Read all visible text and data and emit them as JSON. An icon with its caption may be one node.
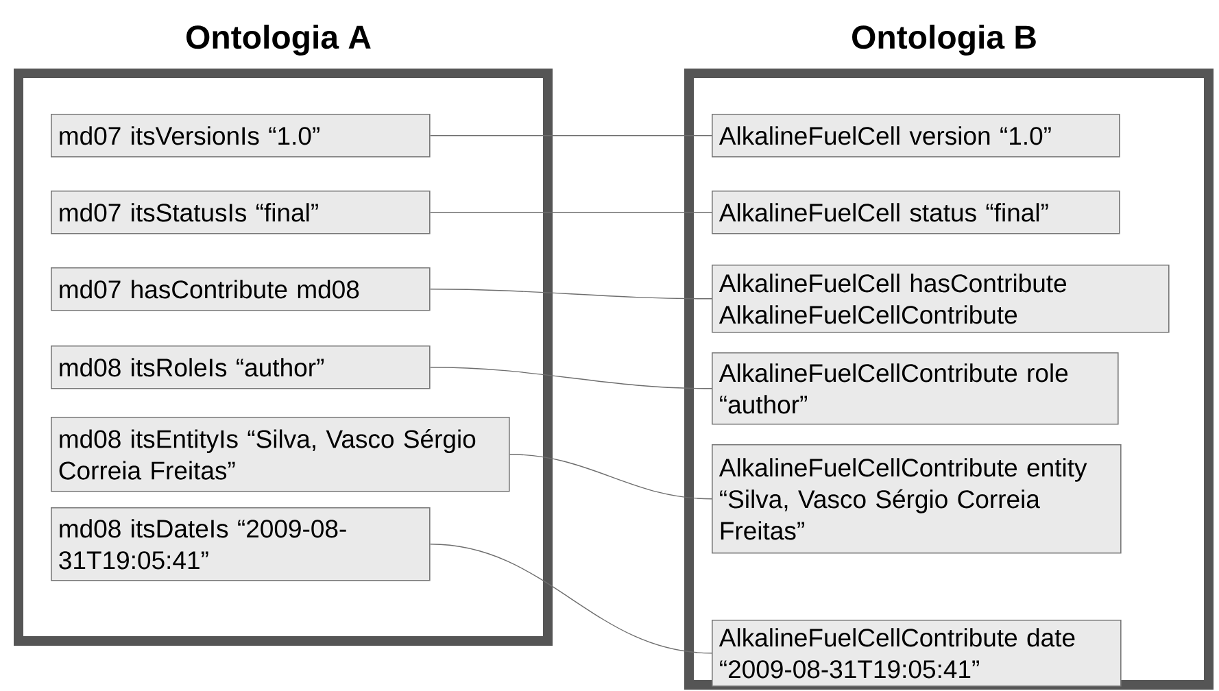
{
  "diagram": {
    "nodes": [
      {
        "text": [
          "Ontologia A"
        ]
      },
      {
        "text": [
          "md07 itsVersionIs “1.0”"
        ],
        "in": 0
      },
      {
        "text": [
          "md07 itsStatusIs “final”"
        ],
        "in": 0
      },
      {
        "text": [
          "md07 hasContribute md08"
        ],
        "in": 0
      },
      {
        "text": [
          "md08 itsRoleIs “author”"
        ],
        "in": 0
      },
      {
        "text": [
          "md08 itsEntityIs “Silva, Vasco Sérgio Correia Freitas”"
        ],
        "in": 0
      },
      {
        "text": [
          "md08 itsDateIs “2009-08-31T19:05:41”"
        ],
        "in": 0
      },
      {
        "text": [
          "Ontologia B"
        ]
      },
      {
        "text": [
          "AlkalineFuelCell version “1.0”"
        ],
        "in": 7
      },
      {
        "text": [
          "AlkalineFuelCell status “final”"
        ],
        "in": 7
      },
      {
        "text": [
          "AlkalineFuelCell  hasContribute AlkalineFuelCellContribute"
        ],
        "in": 7
      },
      {
        "text": [
          "AlkalineFuelCellContribute role “author”"
        ],
        "in": 7
      },
      {
        "text": [
          "AlkalineFuelCellContribute entity “Silva, Vasco Sérgio Correia Freitas”"
        ],
        "in": 7
      },
      {
        "text": [
          "AlkalineFuelCellContribute date “2009-08-31T19:05:41”"
        ],
        "in": 7
      }
    ],
    "edges": [
      {
        "from": 1,
        "to": 8,
        "arrow": "none"
      },
      {
        "from": 2,
        "to": 9,
        "arrow": "none"
      },
      {
        "from": 3,
        "to": 10,
        "arrow": "none"
      },
      {
        "from": 4,
        "to": 11,
        "arrow": "none"
      },
      {
        "from": 5,
        "to": 12,
        "arrow": "none"
      },
      {
        "from": 6,
        "to": 13,
        "arrow": "none"
      }
    ]
  }
}
